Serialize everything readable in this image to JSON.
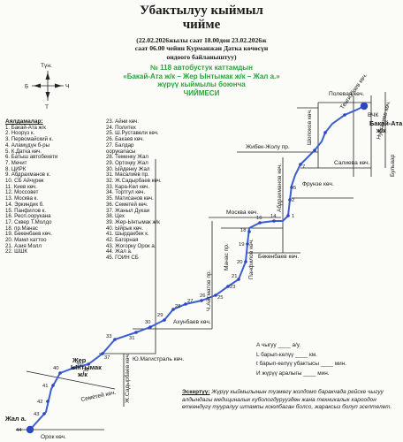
{
  "header": {
    "title_line1": "Убактылуу кыймыл",
    "title_line2": "чиймe",
    "period_line1": "(22.02.2026жылы саат 18.00дон 23.02.2026ж",
    "period_line2": "саат 06.00 чейин Курманжан Датка көчөсүн",
    "period_line3": "ондоого байланыштуу)",
    "route_line1": "№ 118  автобустук каттамдын",
    "route_line2": "«Бакай-Ата ж/к – Жер Ынтымак ж/к – Жал а.»",
    "route_line3": "жүрүү кыймылы боюнча",
    "route_line4": "ЧИЙМЕСИ"
  },
  "compass": {
    "north": "Түн.",
    "east": "Ч",
    "west": "Б",
    "south": "Т"
  },
  "stops": {
    "heading": "Аялдамалар:",
    "col1": [
      "1. Бакай-Ата ж/к",
      "2. Ноорүз к.",
      "3. Первомайский к.",
      "4. Аламүдүн б-ры",
      "5. К.Датка көч.",
      "6. Батыш автобекети",
      "7. Мечит",
      "8. ЦИРК",
      "9. Абдрахманов к.",
      "10. СБ Айчүрөк",
      "11. Киев көч.",
      "12. Моссовет",
      "13. Москва к.",
      "14. Эркиндик б.",
      "15. Панфилов к.",
      "16. Респ.оорукана",
      "17. Сквер Т.Молдо",
      "18. пр.Манас",
      "19. Бөкөнбаев көч.",
      "20. Мамл каттоо",
      "21. Азия Молл",
      "22. ШШК"
    ],
    "col2": [
      "23. Айни көч.",
      "24. Политех",
      "25. Ш.Руставели көч.",
      "26. Бакаев көч.",
      "27. Балдар",
      "оорукanасы",
      "28. Теменку Жал",
      "29. Ортоңку Жал",
      "30. Ыйденку Жал",
      "31. Масалиев пр.",
      "32. Ж.Садырбаев көч.",
      "33. Кара-Көл көч.",
      "34. Тортгул көч.",
      "35. Матисанов көч.",
      "36. Семетей көч.",
      "37. Жаныл Дукаи",
      "38. Цех",
      "39. Жер-Ынтымак ж/к",
      "40. Ыйрык көч.",
      "41. Шырдакбек к.",
      "42. Багорная",
      "43. Жогорку Орок а.",
      "44. Жал а.",
      "45. ГОИН СБ"
    ]
  },
  "map_labels": {
    "jal": "Жал а.",
    "orok": "Орок көч.",
    "semetey": "Семетей көч.",
    "jer_yntymak_1": "Жер",
    "jer_yntymak_2": "Ынтымак",
    "jer_yntymak_3": "ж/к",
    "sadyrbaev": "Ж.Садырбаев көч.",
    "magistral": "Ю.Магистраль көч.",
    "akhunbaev": "Ахунбаев көч.",
    "aitmatov": "Ч.Айтматов пр.",
    "manas": "Манас пр.",
    "panfilov": "Панфилов көч.",
    "bokonbaev": "Бөкөнбаев көч.",
    "moskva": "Москва көч.",
    "abdrakhmanov": "Абдрахманов көч.",
    "frunze": "Фрунзе көч.",
    "jibek_jolu": "Жибек-Жолу пр.",
    "saliev": "Салиева көч.",
    "shopokov": "Шопоков көч.",
    "bakai_ata_1": "Бакай-Ата",
    "bakai_ata_2": "ж/к",
    "polevaya": "Полевая көч.",
    "nurgaziev": "Нургазиев көч.",
    "tengizbaev": "Тенгизбаев көч.",
    "vok": "ВЧК",
    "bulvar": "Бульвар"
  },
  "legend": {
    "line1": "А чыгуу ____ а/у.",
    "line2": "L барып-келүү ____ км.",
    "line3": "t барып-келүү убактысы ____ мин.",
    "line4": "И жүрүү аралыгы ____ мин."
  },
  "note": {
    "label": "Эскертүү:",
    "text": " Жүрүү кыймылынын түзмөгү жолдомо баракчада рейске чыгуу алдындагы медициналык кубологдурууздөн жана техникалык кароодон өткөндүгү тууралуу штампы коюлбаган болсо, жараксыз болуп эсептелет."
  },
  "colors": {
    "route": "#3a5fd0",
    "stop": "#2c46c4",
    "header_green": "#2aa33a",
    "road": "#222222"
  }
}
